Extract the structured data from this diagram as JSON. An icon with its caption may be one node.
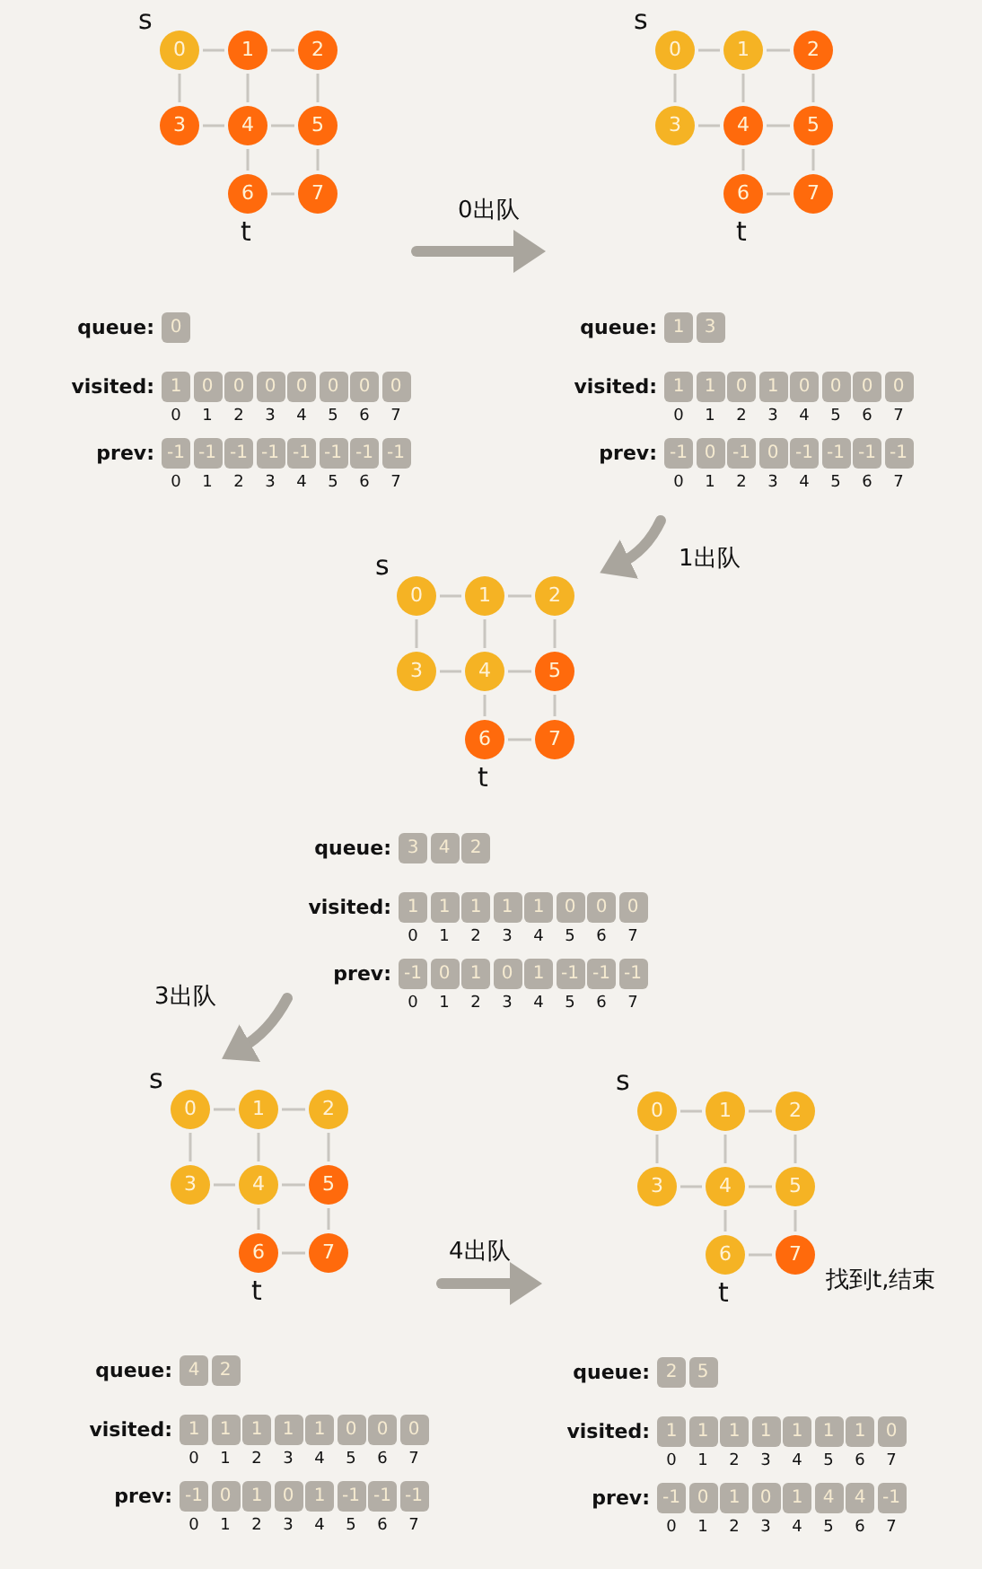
{
  "diagram": {
    "nodes": [
      {
        "text": [
          "0"
        ],
        "beside": [
          "s"
        ]
      },
      {
        "text": [
          "1"
        ]
      },
      {
        "text": [
          "2"
        ]
      },
      {
        "text": [
          "3"
        ]
      },
      {
        "text": [
          "4"
        ]
      },
      {
        "text": [
          "5"
        ]
      },
      {
        "text": [
          "6"
        ],
        "beside": [
          "t"
        ]
      },
      {
        "text": [
          "7"
        ]
      },
      {
        "text": [
          "0"
        ],
        "beside": [
          "s"
        ]
      },
      {
        "text": [
          "1"
        ]
      },
      {
        "text": [
          "2"
        ]
      },
      {
        "text": [
          "3"
        ]
      },
      {
        "text": [
          "4"
        ]
      },
      {
        "text": [
          "5"
        ]
      },
      {
        "text": [
          "6"
        ],
        "beside": [
          "t"
        ]
      },
      {
        "text": [
          "7"
        ]
      },
      {
        "text": [
          "0"
        ],
        "beside": [
          "s"
        ]
      },
      {
        "text": [
          "1"
        ]
      },
      {
        "text": [
          "2"
        ]
      },
      {
        "text": [
          "3"
        ]
      },
      {
        "text": [
          "4"
        ]
      },
      {
        "text": [
          "5"
        ]
      },
      {
        "text": [
          "6"
        ],
        "beside": [
          "t"
        ]
      },
      {
        "text": [
          "7"
        ]
      },
      {
        "text": [
          "0"
        ],
        "beside": [
          "s"
        ]
      },
      {
        "text": [
          "1"
        ]
      },
      {
        "text": [
          "2"
        ]
      },
      {
        "text": [
          "3"
        ]
      },
      {
        "text": [
          "4"
        ]
      },
      {
        "text": [
          "5"
        ]
      },
      {
        "text": [
          "6"
        ],
        "beside": [
          "t"
        ]
      },
      {
        "text": [
          "7"
        ]
      },
      {
        "text": [
          "0"
        ],
        "beside": [
          "s"
        ]
      },
      {
        "text": [
          "1"
        ]
      },
      {
        "text": [
          "2"
        ]
      },
      {
        "text": [
          "3"
        ]
      },
      {
        "text": [
          "4"
        ]
      },
      {
        "text": [
          "5"
        ]
      },
      {
        "text": [
          "6"
        ],
        "beside": [
          "t"
        ]
      },
      {
        "text": [
          "7"
        ]
      }
    ],
    "edges": [
      {
        "from": 0,
        "to": 1,
        "arrow": "none"
      },
      {
        "from": 1,
        "to": 2,
        "arrow": "none"
      },
      {
        "from": 0,
        "to": 3,
        "arrow": "none"
      },
      {
        "from": 1,
        "to": 4,
        "arrow": "none"
      },
      {
        "from": 2,
        "to": 5,
        "arrow": "none"
      },
      {
        "from": 3,
        "to": 4,
        "arrow": "none"
      },
      {
        "from": 4,
        "to": 5,
        "arrow": "none"
      },
      {
        "from": 4,
        "to": 6,
        "arrow": "none"
      },
      {
        "from": 5,
        "to": 7,
        "arrow": "none"
      },
      {
        "from": 6,
        "to": 7,
        "arrow": "none"
      },
      {
        "from": 8,
        "to": 9,
        "arrow": "none"
      },
      {
        "from": 9,
        "to": 10,
        "arrow": "none"
      },
      {
        "from": 8,
        "to": 11,
        "arrow": "none"
      },
      {
        "from": 9,
        "to": 12,
        "arrow": "none"
      },
      {
        "from": 10,
        "to": 13,
        "arrow": "none"
      },
      {
        "from": 11,
        "to": 12,
        "arrow": "none"
      },
      {
        "from": 12,
        "to": 13,
        "arrow": "none"
      },
      {
        "from": 12,
        "to": 14,
        "arrow": "none"
      },
      {
        "from": 13,
        "to": 15,
        "arrow": "none"
      },
      {
        "from": 14,
        "to": 15,
        "arrow": "none"
      },
      {
        "from": 16,
        "to": 17,
        "arrow": "none"
      },
      {
        "from": 17,
        "to": 18,
        "arrow": "none"
      },
      {
        "from": 16,
        "to": 19,
        "arrow": "none"
      },
      {
        "from": 17,
        "to": 20,
        "arrow": "none"
      },
      {
        "from": 18,
        "to": 21,
        "arrow": "none"
      },
      {
        "from": 19,
        "to": 20,
        "arrow": "none"
      },
      {
        "from": 20,
        "to": 21,
        "arrow": "none"
      },
      {
        "from": 20,
        "to": 22,
        "arrow": "none"
      },
      {
        "from": 21,
        "to": 23,
        "arrow": "none"
      },
      {
        "from": 22,
        "to": 23,
        "arrow": "none"
      },
      {
        "from": 24,
        "to": 25,
        "arrow": "none"
      },
      {
        "from": 25,
        "to": 26,
        "arrow": "none"
      },
      {
        "from": 24,
        "to": 27,
        "arrow": "none"
      },
      {
        "from": 25,
        "to": 28,
        "arrow": "none"
      },
      {
        "from": 26,
        "to": 29,
        "arrow": "none"
      },
      {
        "from": 27,
        "to": 28,
        "arrow": "none"
      },
      {
        "from": 28,
        "to": 29,
        "arrow": "none"
      },
      {
        "from": 28,
        "to": 30,
        "arrow": "none"
      },
      {
        "from": 29,
        "to": 31,
        "arrow": "none"
      },
      {
        "from": 30,
        "to": 31,
        "arrow": "none"
      },
      {
        "from": 32,
        "to": 33,
        "arrow": "none"
      },
      {
        "from": 33,
        "to": 34,
        "arrow": "none"
      },
      {
        "from": 32,
        "to": 35,
        "arrow": "none"
      },
      {
        "from": 33,
        "to": 36,
        "arrow": "none"
      },
      {
        "from": 34,
        "to": 37,
        "arrow": "none"
      },
      {
        "from": 35,
        "to": 36,
        "arrow": "none"
      },
      {
        "from": 36,
        "to": 37,
        "arrow": "none"
      },
      {
        "from": 36,
        "to": 38,
        "arrow": "none"
      },
      {
        "from": 37,
        "to": 39,
        "arrow": "none"
      },
      {
        "from": 38,
        "to": 39,
        "arrow": "none"
      }
    ],
    "labels": [
      "queue:",
      "0",
      "visited:",
      "1",
      "0",
      "0",
      "0",
      "0",
      "0",
      "0",
      "0",
      "0",
      "1",
      "2",
      "3",
      "4",
      "5",
      "6",
      "7",
      "prev:",
      "-1",
      "-1",
      "-1",
      "-1",
      "-1",
      "-1",
      "-1",
      "-1",
      "0",
      "1",
      "2",
      "3",
      "4",
      "5",
      "6",
      "7",
      "0出队",
      "queue:",
      "1",
      "3",
      "visited:",
      "1",
      "1",
      "0",
      "1",
      "0",
      "0",
      "0",
      "0",
      "0",
      "1",
      "2",
      "3",
      "4",
      "5",
      "6",
      "7",
      "prev:",
      "-1",
      "0",
      "-1",
      "0",
      "-1",
      "-1",
      "-1",
      "-1",
      "0",
      "1",
      "2",
      "3",
      "4",
      "5",
      "6",
      "7",
      "1出队",
      "queue:",
      "3",
      "4",
      "2",
      "visited:",
      "1",
      "1",
      "1",
      "1",
      "1",
      "0",
      "0",
      "0",
      "0",
      "1",
      "2",
      "3",
      "4",
      "5",
      "6",
      "7",
      "prev:",
      "-1",
      "0",
      "1",
      "0",
      "1",
      "-1",
      "-1",
      "-1",
      "0",
      "1",
      "2",
      "3",
      "4",
      "5",
      "6",
      "7",
      "3出队",
      "queue:",
      "4",
      "2",
      "visited:",
      "1",
      "1",
      "1",
      "1",
      "1",
      "0",
      "0",
      "0",
      "0",
      "1",
      "2",
      "3",
      "4",
      "5",
      "6",
      "7",
      "prev:",
      "-1",
      "0",
      "1",
      "0",
      "1",
      "-1",
      "-1",
      "-1",
      "0",
      "1",
      "2",
      "3",
      "4",
      "5",
      "6",
      "7",
      "4出队",
      "找到t,结束",
      "queue:",
      "2",
      "5",
      "visited:",
      "1",
      "1",
      "1",
      "1",
      "1",
      "1",
      "1",
      "0",
      "0",
      "1",
      "2",
      "3",
      "4",
      "5",
      "6",
      "7",
      "prev:",
      "-1",
      "0",
      "1",
      "0",
      "1",
      "4",
      "4",
      "-1",
      "0",
      "1",
      "2",
      "3",
      "4",
      "5",
      "6",
      "7"
    ]
  }
}
